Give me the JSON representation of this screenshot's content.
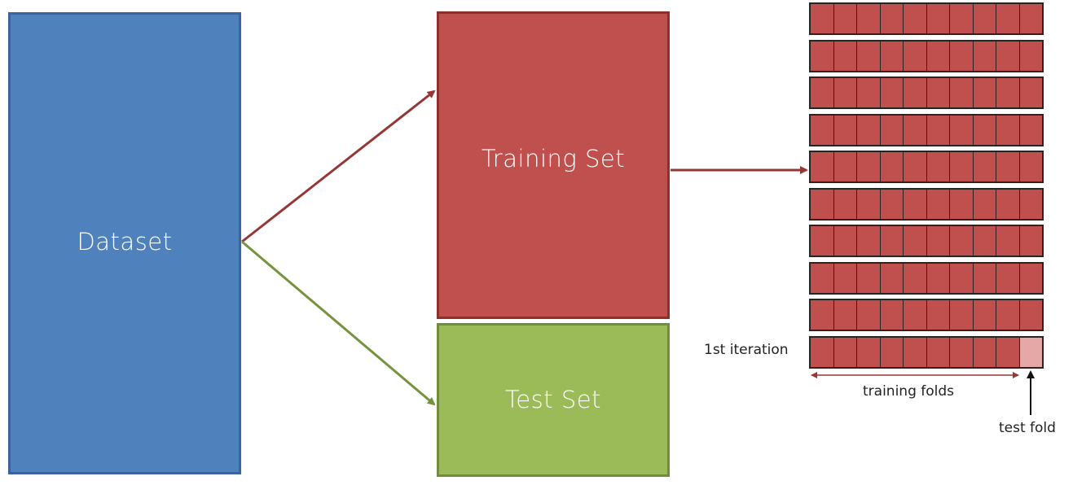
{
  "boxes": {
    "dataset": {
      "label": "Dataset",
      "color": "#4f81bd"
    },
    "training": {
      "label": "Training Set",
      "color": "#c0504d"
    },
    "test": {
      "label": "Test Set",
      "color": "#9bbb59"
    }
  },
  "arrows": {
    "to_training_color": "#953735",
    "to_test_color": "#76923c",
    "to_folds_color": "#953735"
  },
  "folds": {
    "rows": 10,
    "columns": 10,
    "fold_color": "#c0504d",
    "test_fold_color": "#e6a8a6",
    "border_color": "#2c2222",
    "labels": {
      "iteration": "1st iteration",
      "training_folds": "training folds",
      "test_fold": "test fold"
    }
  }
}
